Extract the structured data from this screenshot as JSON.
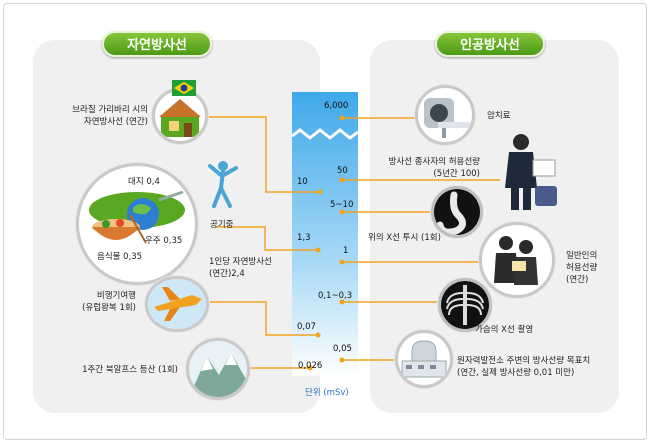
{
  "headings": {
    "natural": "자연방사선",
    "artificial": "인공방사선"
  },
  "scale": {
    "values": [
      "6,000",
      "50",
      "5~10",
      "1",
      "0,1~0,3",
      "0,05",
      "10",
      "1,3",
      "0,07",
      "0,026"
    ],
    "unit": "단위 (mSv)"
  },
  "left_labels": {
    "brazil": "브라질 가리바리 시의\n자연방사선 (연간)",
    "earth": "대지 0,4",
    "space": "우주 0,35",
    "food": "음식물 0,35",
    "air": "공기중",
    "per_person": "1인당 자연방사선\n(연간)2,4",
    "flight": "비행기여행\n(유럽왕복 1회)",
    "alps": "1주간 북알프스 등산 (1회)"
  },
  "right_labels": {
    "cancer": "암치료",
    "worker": "방사선 종사자의 허용선량\n(5년간 100)",
    "stomach": "위의 X선 투시 (1회)",
    "public": "일반인의\n허용선량\n(연간)",
    "chest": "가슴의 X선 촬영",
    "plant": "원자력발전소 주변의 방사선량 목표치\n(연간, 실제 방사선량 0,01 미만)"
  },
  "colors": {
    "green": "#5aa821",
    "orange": "#f2a221",
    "bar_top": "#3fa9e9",
    "bar_bottom": "#ffffff",
    "panel": "#f0f0f0"
  }
}
